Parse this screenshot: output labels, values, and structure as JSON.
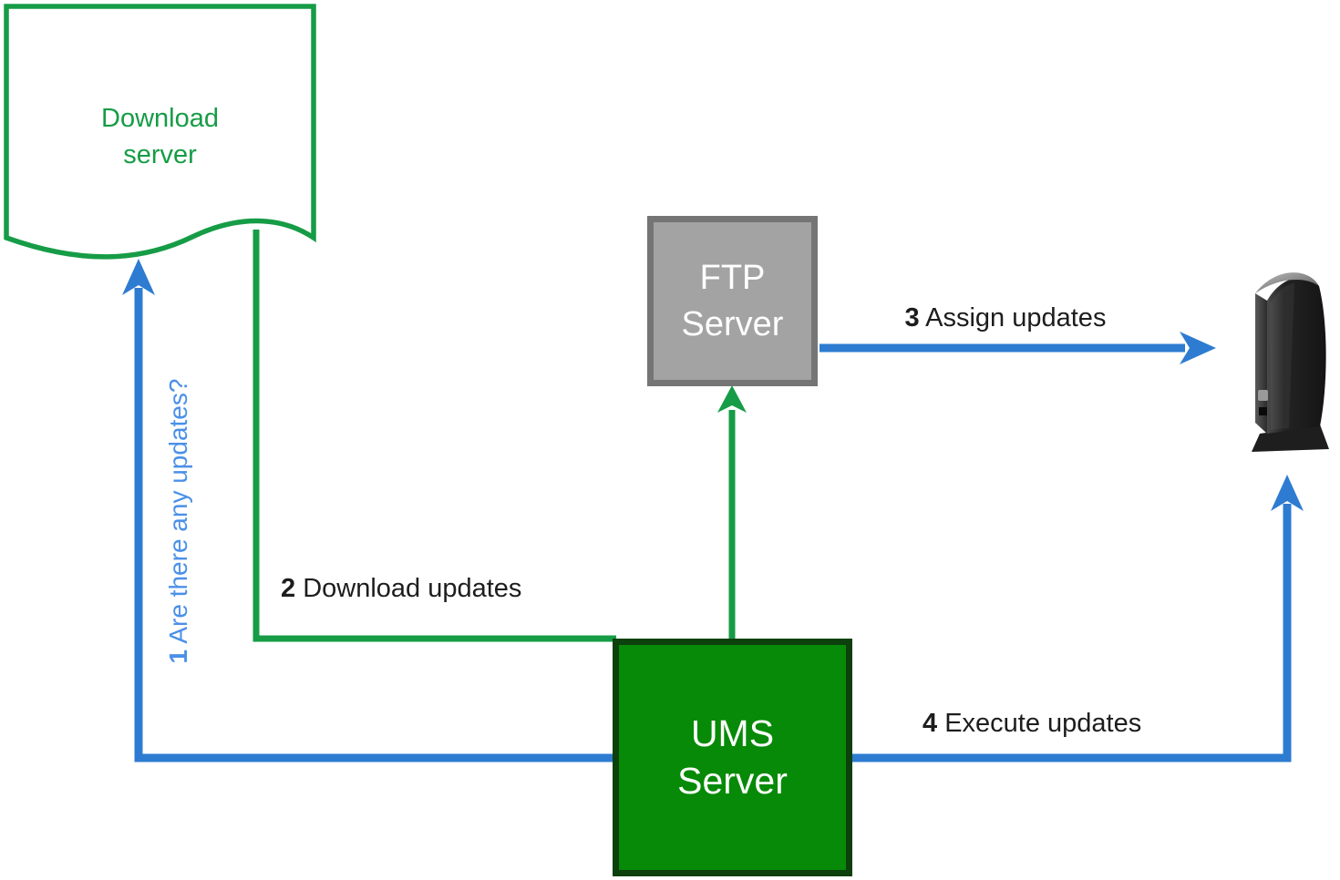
{
  "nodes": {
    "download_server": {
      "label": "Download server"
    },
    "ftp_server": {
      "label": "FTP Server"
    },
    "ums_server": {
      "label": "UMS Server"
    }
  },
  "flows": [
    {
      "step": "1",
      "label": "Are there any updates?"
    },
    {
      "step": "2",
      "label": "Download updates"
    },
    {
      "step": "3",
      "label": "Assign updates"
    },
    {
      "step": "4",
      "label": "Execute updates"
    }
  ],
  "colors": {
    "green": "#169c46",
    "ums_fill": "#078a07",
    "ums_border": "#0c400c",
    "ftp_fill": "#a3a3a3",
    "ftp_border": "#757575",
    "blue_line": "#2e7cd1",
    "blue_text": "#4a90e8",
    "label_text": "#1d1d1d",
    "node_text_light": "#ffffff"
  }
}
